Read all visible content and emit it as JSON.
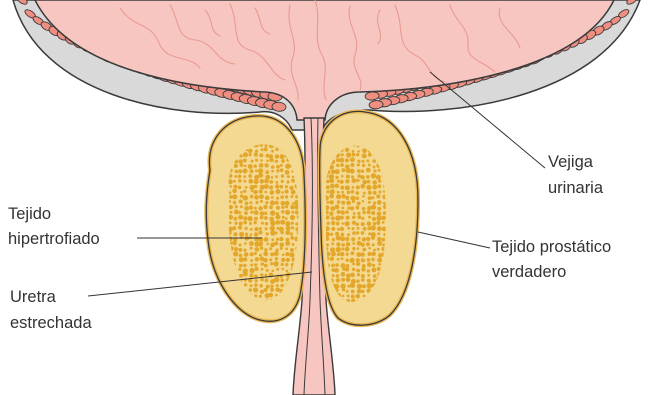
{
  "labels": {
    "bladder_line1": "Vejiga",
    "bladder_line2": "urinaria",
    "hyper_line1": "Tejido",
    "hyper_line2": "hipertrofiado",
    "urethra_line1": "Uretra",
    "urethra_line2": "estrechada",
    "true_line1": "Tejido prostático",
    "true_line2": "verdadero"
  },
  "colors": {
    "bladder_fill": "#f8c6c0",
    "bladder_wall": "#d9d9d9",
    "outline": "#3a3a3a",
    "cell_fill": "#f08e82",
    "prostate_fill": "#f3d991",
    "prostate_rim": "#e9b855",
    "hypertrophic_dots": "#e3a72c",
    "label_text": "#333333"
  },
  "icons": {
    "bladder": "bladder-shape",
    "wall_cells": "smooth-muscle-cells",
    "prostate": "prostate-lobes",
    "urethra": "urethra-tube"
  }
}
